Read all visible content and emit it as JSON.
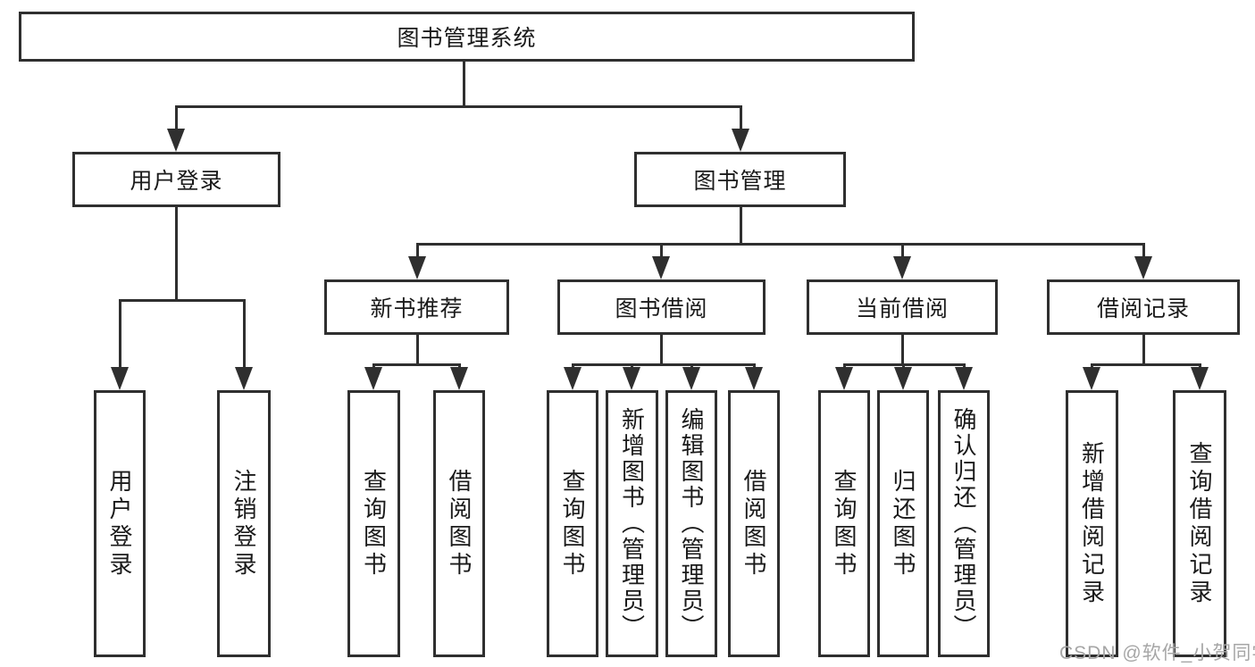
{
  "nodes": {
    "root": "图书管理系统",
    "user_login": "用户登录",
    "book_mgmt": "图书管理",
    "new_book_rec": "新书推荐",
    "book_borrow": "图书借阅",
    "current_borrow": "当前借阅",
    "borrow_record": "借阅记录",
    "leaf_user_login": "用户登录",
    "leaf_logout": "注销登录",
    "leaf_nb_search": "查询图书",
    "leaf_nb_borrow": "借阅图书",
    "leaf_bb_search": "查询图书",
    "leaf_bb_add": "新增图书（管理员）",
    "leaf_bb_edit": "编辑图书（管理员）",
    "leaf_bb_borrow": "借阅图书",
    "leaf_cb_search": "查询图书",
    "leaf_cb_return": "归还图书",
    "leaf_cb_confirm": "确认归还（管理员）",
    "leaf_br_add": "新增借阅记录",
    "leaf_br_search": "查询借阅记录"
  },
  "tree": {
    "label": "图书管理系统",
    "children": [
      {
        "label": "用户登录",
        "children": [
          {
            "label": "用户登录"
          },
          {
            "label": "注销登录"
          }
        ]
      },
      {
        "label": "图书管理",
        "children": [
          {
            "label": "新书推荐",
            "children": [
              {
                "label": "查询图书"
              },
              {
                "label": "借阅图书"
              }
            ]
          },
          {
            "label": "图书借阅",
            "children": [
              {
                "label": "查询图书"
              },
              {
                "label": "新增图书（管理员）"
              },
              {
                "label": "编辑图书（管理员）"
              },
              {
                "label": "借阅图书"
              }
            ]
          },
          {
            "label": "当前借阅",
            "children": [
              {
                "label": "查询图书"
              },
              {
                "label": "归还图书"
              },
              {
                "label": "确认归还（管理员）"
              }
            ]
          },
          {
            "label": "借阅记录",
            "children": [
              {
                "label": "新增借阅记录"
              },
              {
                "label": "查询借阅记录"
              }
            ]
          }
        ]
      }
    ]
  },
  "watermark": "CSDN @软件_小贺同学",
  "colors": {
    "line": "#2f2f2f",
    "text": "#1a1a1a",
    "background": "#ffffff",
    "watermark": "#a6a6a6"
  }
}
